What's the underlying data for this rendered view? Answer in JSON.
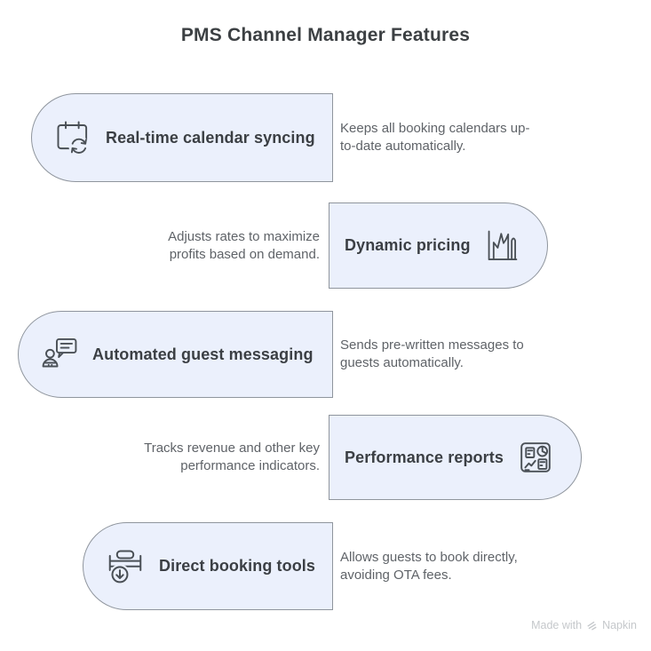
{
  "page": {
    "title": "PMS Channel Manager Features"
  },
  "colors": {
    "card-bg": "#ebf0fc",
    "card-border": "#8f959d",
    "title-color": "#3c4043",
    "card-title-color": "#3b3f44",
    "desc-color": "#5f6368",
    "icon-color": "#4a5056",
    "watermark-color": "#c5c8cb"
  },
  "features": [
    {
      "title": "Real-time calendar syncing",
      "description": "Keeps all booking calendars up-to-date automatically.",
      "icon": "calendar-sync-icon",
      "side": "left"
    },
    {
      "title": "Dynamic pricing",
      "description": "Adjusts rates to maximize profits based on demand.",
      "icon": "price-fluctuation-chart-icon",
      "side": "right"
    },
    {
      "title": "Automated guest messaging",
      "description": "Sends pre-written messages to guests automatically.",
      "icon": "person-chat-icon",
      "side": "left"
    },
    {
      "title": "Performance reports",
      "description": "Tracks revenue and other key performance indicators.",
      "icon": "report-dashboard-icon",
      "side": "right"
    },
    {
      "title": "Direct booking tools",
      "description": "Allows guests to book directly, avoiding OTA fees.",
      "icon": "bed-download-icon",
      "side": "left"
    }
  ],
  "watermark": {
    "prefix": "Made with",
    "brand": "Napkin",
    "icon": "napkin-logo-icon"
  }
}
